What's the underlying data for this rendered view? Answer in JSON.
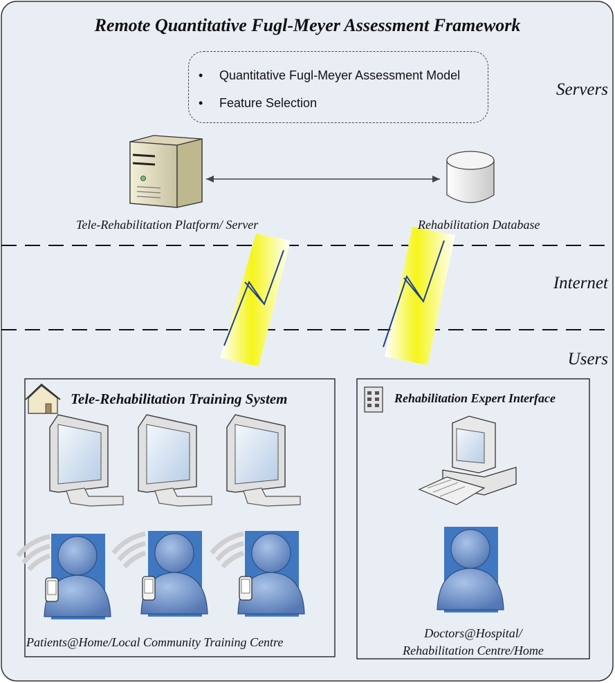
{
  "title": "Remote Quantitative Fugl-Meyer Assessment Framework",
  "zones": {
    "servers": "Servers",
    "internet": "Internet",
    "users": "Users"
  },
  "model_box": {
    "items": [
      "Quantitative Fugl-Meyer Assessment Model",
      "Feature Selection"
    ]
  },
  "server_label": "Tele-Rehabilitation Platform/ Server",
  "database_label": "Rehabilitation Database",
  "training_system": {
    "title": "Tele-Rehabilitation Training System",
    "caption": "Patients@Home/Local Community Training Centre"
  },
  "expert_interface": {
    "title": "Rehabilitation Expert Interface",
    "caption_line1": "Doctors@Hospital/",
    "caption_line2": "Rehabilitation Centre/Home"
  },
  "colors": {
    "background_panel": "#e9eef5",
    "person": "#6a8fc8",
    "person_backdrop": "#3f78c0",
    "lightning": "#f7f71f",
    "monitor_screen": "#cfe0f2"
  }
}
